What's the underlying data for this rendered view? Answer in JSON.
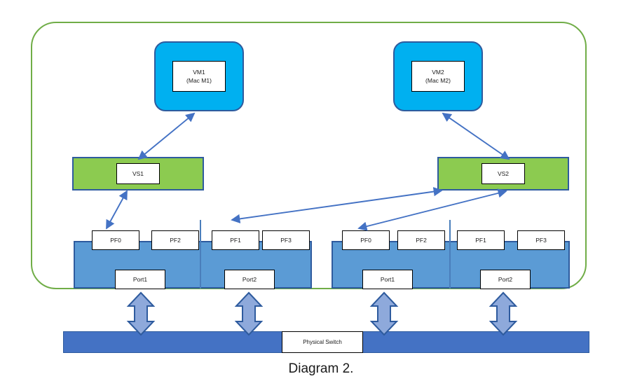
{
  "diagram": {
    "caption": "Diagram 2.",
    "colors": {
      "host_boundary": "#70AD47",
      "vm_fill": "#00B0F0",
      "vm_border": "#2E5B9E",
      "vswitch_fill": "#8CCB50",
      "nic_fill": "#5B9BD5",
      "nic_border": "#2E5B9E",
      "physical_switch_fill": "#4472C4",
      "arrow_line": "#4472C4",
      "block_arrow_fill": "#8EA9DB",
      "block_arrow_border": "#2E5B9E",
      "label_box_fill": "#FFFFFF",
      "label_box_border": "#000000"
    },
    "vms": [
      {
        "id": "vm1",
        "name": "VM1",
        "mac": "(Mac M1)"
      },
      {
        "id": "vm2",
        "name": "VM2",
        "mac": "(Mac M2)"
      }
    ],
    "virtual_switches": [
      {
        "id": "vs1",
        "label": "VS1"
      },
      {
        "id": "vs2",
        "label": "VS2"
      }
    ],
    "nics": [
      {
        "id": "nic-left",
        "functions": [
          "PF0",
          "PF2",
          "PF1",
          "PF3"
        ],
        "ports": [
          "Port1",
          "Port2"
        ]
      },
      {
        "id": "nic-right",
        "functions": [
          "PF0",
          "PF2",
          "PF1",
          "PF3"
        ],
        "ports": [
          "Port1",
          "Port2"
        ]
      }
    ],
    "physical_switch": {
      "label": "Physical Switch"
    }
  }
}
